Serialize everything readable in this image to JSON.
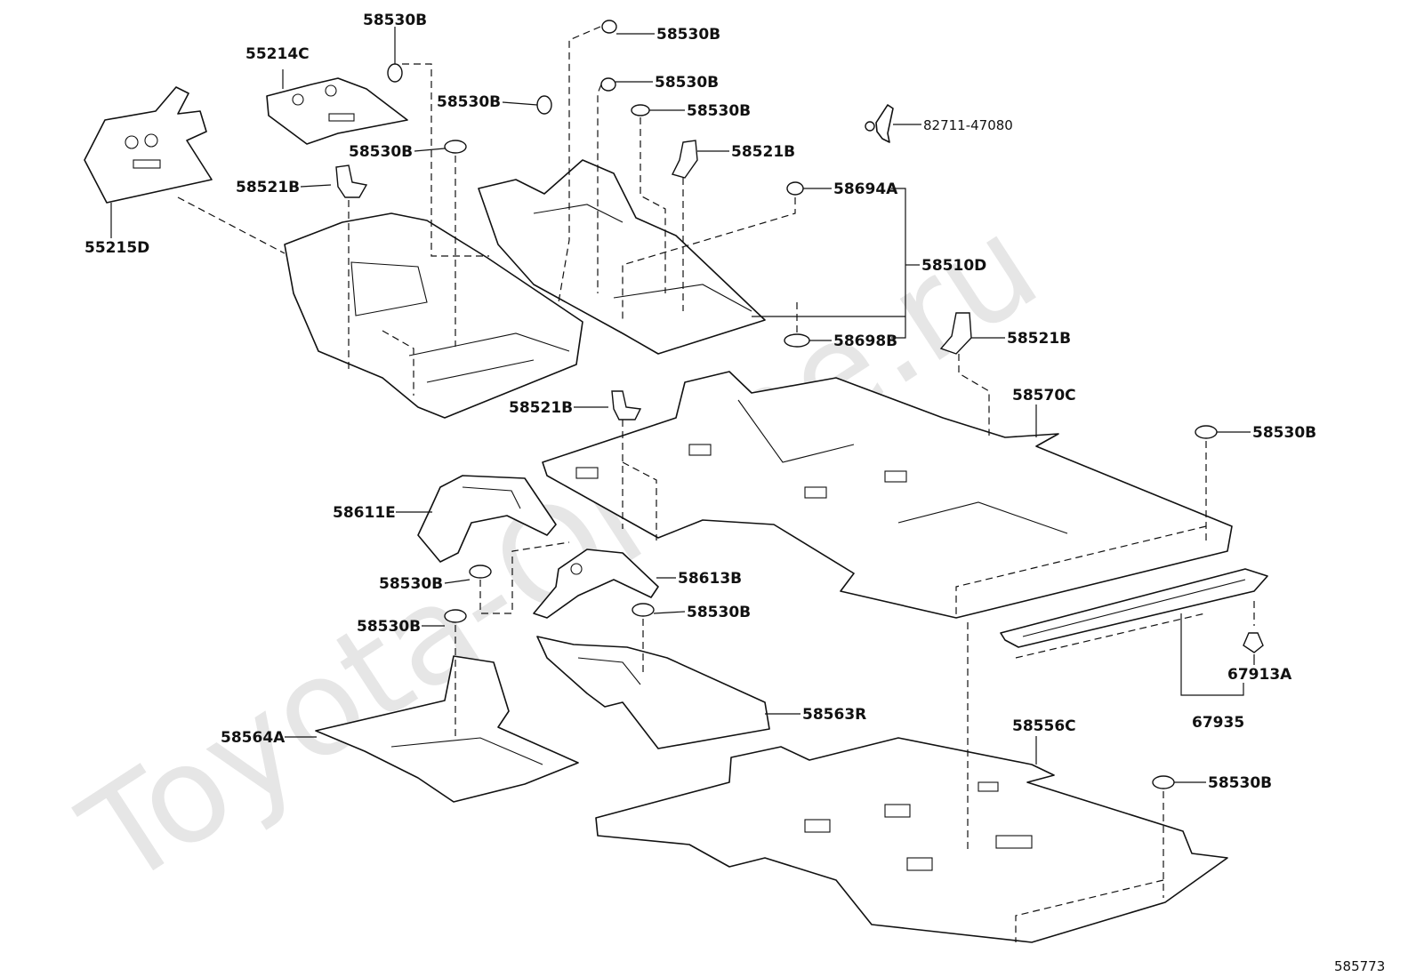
{
  "watermark": "Toyota-Online.ru",
  "figure_number": "585773",
  "part_labels": {
    "p55214c": "55214C",
    "p55215d": "55215D",
    "p58530b_1": "58530B",
    "p58530b_2": "58530B",
    "p58530b_3": "58530B",
    "p58530b_4": "58530B",
    "p58530b_5": "58530B",
    "p58530b_6": "58530B",
    "p58530b_7": "58530B",
    "p58530b_8": "58530B",
    "p58530b_9": "58530B",
    "p58530b_10": "58530B",
    "p58530b_11": "58530B",
    "p58521b_1": "58521B",
    "p58521b_2": "58521B",
    "p58521b_3": "58521B",
    "p58521b_4": "58521B",
    "p82711": "82711-47080",
    "p58694a": "58694A",
    "p58510d": "58510D",
    "p58698b": "58698B",
    "p58570c": "58570C",
    "p58611e": "58611E",
    "p58613b": "58613B",
    "p58563r": "58563R",
    "p58564a": "58564A",
    "p58556c": "58556C",
    "p67913a": "67913A",
    "p67935": "67935"
  }
}
